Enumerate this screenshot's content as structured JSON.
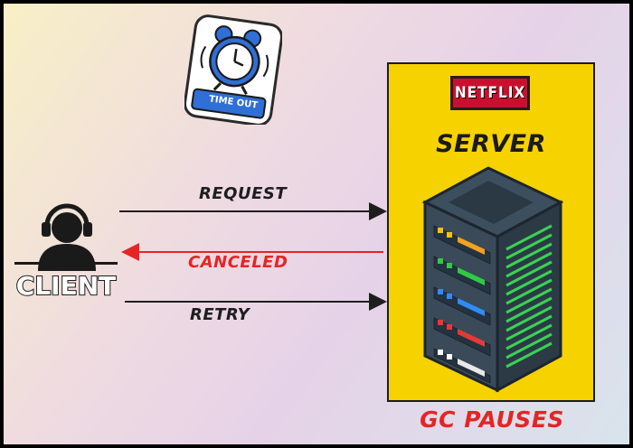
{
  "timeout_badge": {
    "label": "TIME OUT",
    "icon": "alarm-clock-icon"
  },
  "client": {
    "label": "CLIENT",
    "icon": "user-headset-icon"
  },
  "server": {
    "brand": "NETFLIX",
    "title": "SERVER",
    "icon": "server-rack-icon"
  },
  "arrows": {
    "request": {
      "label": "REQUEST",
      "color": "#1e1e1e"
    },
    "canceled": {
      "label": "CANCELED",
      "color": "#e52525"
    },
    "retry": {
      "label": "RETRY",
      "color": "#1e1e1e"
    }
  },
  "footer": {
    "label": "GC PAUSES",
    "color": "#e52525"
  },
  "colors": {
    "panel": "#f6d200",
    "brand": "#c8102e",
    "badge_blue": "#2f6fd6"
  }
}
